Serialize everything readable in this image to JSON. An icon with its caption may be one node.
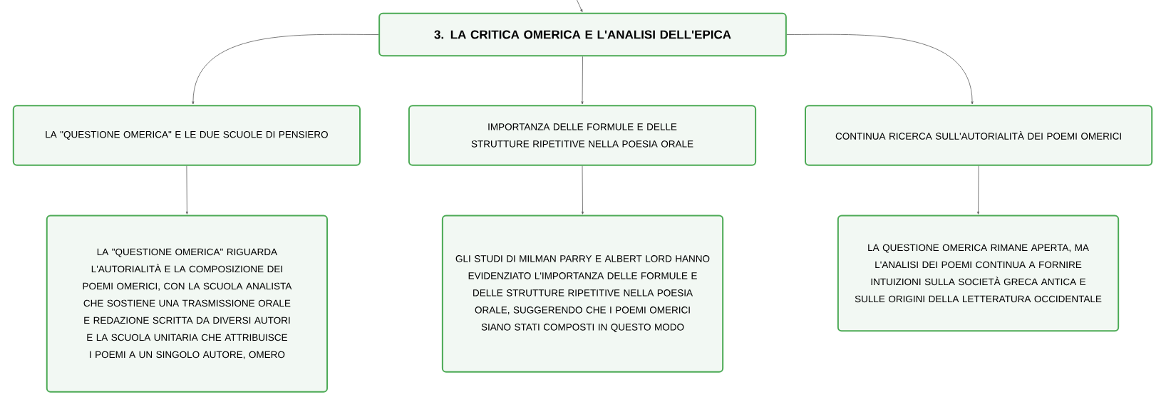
{
  "diagram": {
    "nodes": [
      {
        "text": [
          "3. LA CRITICA OMERICA E L'ANALISI DELL'EPICA"
        ]
      },
      {
        "text": [
          "LA \"QUESTIONE OMERICA\" E LE DUE SCUOLE DI PENSIERO"
        ]
      },
      {
        "text": [
          "IMPORTANZA DELLE FORMULE E DELLE STRUTTURE RIPETITIVE NELLA POESIA ORALE"
        ]
      },
      {
        "text": [
          "CONTINUA RICERCA SULL'AUTORIALITÀ DEI POEMI OMERICI"
        ]
      },
      {
        "text": [
          "LA \"QUESTIONE OMERICA\" RIGUARDA L'AUTORIALITÀ E LA COMPOSIZIONE DEI POEMI OMERICI, CON LA SCUOLA ANALISTA CHE SOSTIENE UNA TRASMISSIONE ORALE E REDAZIONE SCRITTA DA DIVERSI AUTORI E LA SCUOLA UNITARIA CHE ATTRIBUISCE I POEMI A UN SINGOLO AUTORE, OMERO"
        ]
      },
      {
        "text": [
          "GLI STUDI DI MILMAN PARRY E ALBERT LORD HANNO EVIDENZIATO L'IMPORTANZA DELLE FORMULE E DELLE STRUTTURE RIPETITIVE NELLA POESIA ORALE, SUGGERENDO CHE I POEMI OMERICI SIANO STATI COMPOSTI IN QUESTO MODO"
        ]
      },
      {
        "text": [
          "LA QUESTIONE OMERICA RIMANE APERTA, MA L'ANALISI DEI POEMI CONTINUA A FORNIRE INTUIZIONI SULLA SOCIETÀ GRECA ANTICA E SULLE ORIGINI DELLA LETTERATURA OCCIDENTALE"
        ]
      }
    ],
    "edges": [
      {
        "from": null,
        "to": 0,
        "arrow": "to"
      },
      {
        "from": 0,
        "to": 1,
        "arrow": "to"
      },
      {
        "from": 0,
        "to": 2,
        "arrow": "to"
      },
      {
        "from": 0,
        "to": 3,
        "arrow": "to"
      },
      {
        "from": 1,
        "to": 4,
        "arrow": "to"
      },
      {
        "from": 2,
        "to": 5,
        "arrow": "to"
      },
      {
        "from": 3,
        "to": 6,
        "arrow": "to"
      }
    ]
  }
}
